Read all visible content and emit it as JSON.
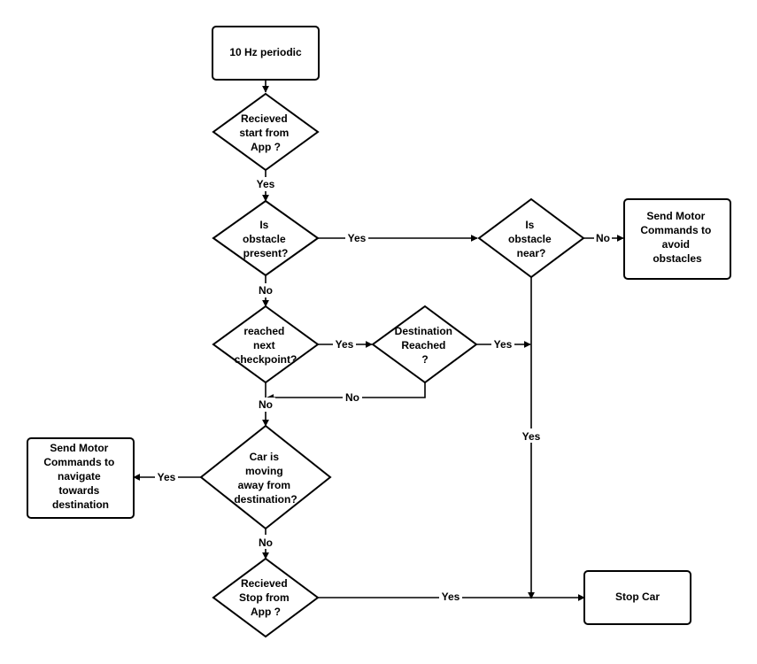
{
  "nodes": {
    "start": [
      "10 Hz periodic"
    ],
    "start_app": [
      "Recieved",
      "start from",
      "App ?"
    ],
    "obstacle_present": [
      "Is",
      "obstacle",
      "present?"
    ],
    "obstacle_near": [
      "Is",
      "obstacle",
      "near?"
    ],
    "avoid": [
      "Send Motor",
      "Commands to",
      "avoid",
      "obstacles"
    ],
    "checkpoint": [
      "reached",
      "next",
      "checkpoint?"
    ],
    "dest_reached": [
      "Destination",
      "Reached",
      "?"
    ],
    "moving_away": [
      "Car is",
      "moving",
      "away from",
      "destination?"
    ],
    "navigate": [
      "Send Motor",
      "Commands to",
      "navigate",
      "towards",
      "destination"
    ],
    "stop_app": [
      "Recieved",
      "Stop from",
      "App ?"
    ],
    "stop_car": [
      "Stop Car"
    ]
  },
  "edges": {
    "start_app_yes": "Yes",
    "obstacle_present_yes": "Yes",
    "obstacle_near_no": "No",
    "obstacle_present_no": "No",
    "checkpoint_yes": "Yes",
    "dest_reached_yes": "Yes",
    "dest_reached_no": "No",
    "checkpoint_no": "No",
    "near_to_stop_yes": "Yes",
    "moving_away_yes": "Yes",
    "moving_away_no": "No",
    "stop_app_yes": "Yes"
  }
}
